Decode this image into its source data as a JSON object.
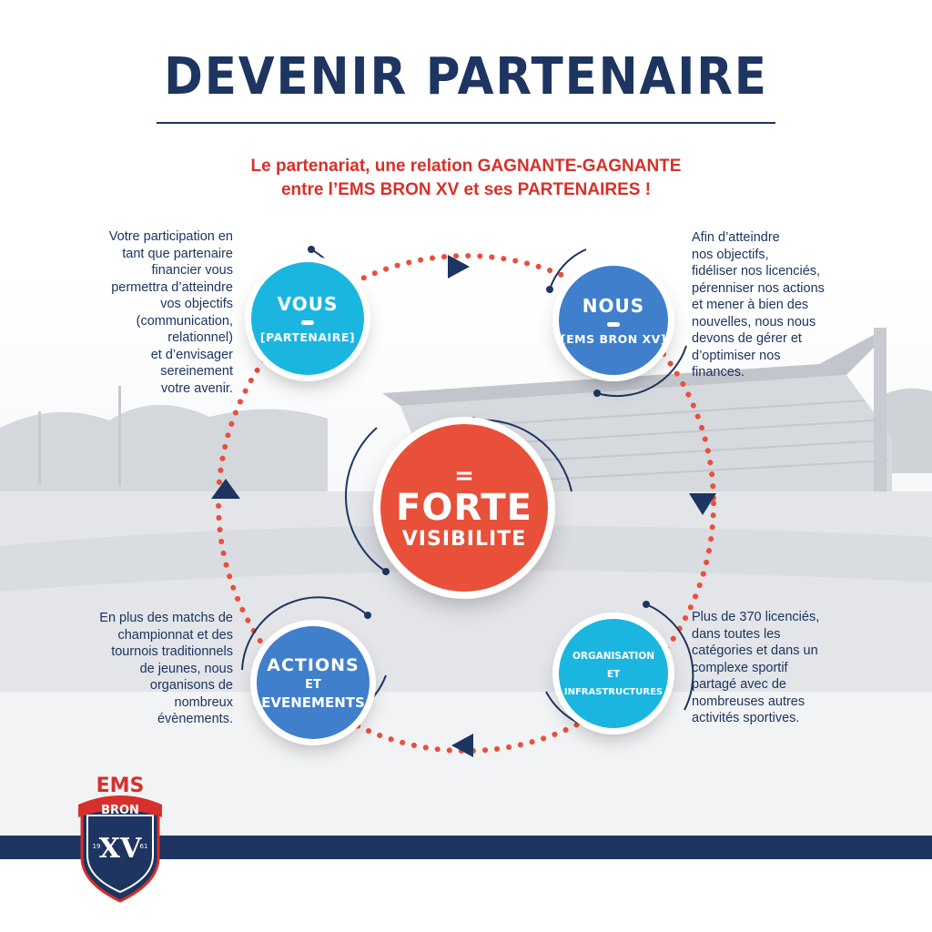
{
  "title": "DEVENIR PARTENAIRE",
  "subtitle": {
    "line1": "Le partenariat, une relation GAGNANTE-GAGNANTE",
    "line2": "entre l’EMS BRON XV et ses PARTENAIRES !"
  },
  "nodes": {
    "vous": {
      "line1": "VOUS",
      "line2": "[PARTENAIRE]",
      "color": "#1ab6e0"
    },
    "nous": {
      "line1": "NOUS",
      "line2": "[EMS BRON XV]",
      "color": "#3f7fcc"
    },
    "actions": {
      "line1": "ACTIONS",
      "line2": "ET",
      "line3": "EVENEMENTS",
      "color": "#3f7fcc"
    },
    "organisation": {
      "line1": "ORGANISATION",
      "line2": "ET",
      "line3": "INFRASTRUCTURES",
      "color": "#1ab6e0"
    },
    "center": {
      "line1": "=",
      "line2": "FORTE",
      "line3": "VISIBILITE",
      "color": "#e8503a"
    }
  },
  "texts": {
    "top_left": "Votre participation en\ntant que partenaire\nfinancier vous\npermettra d’atteindre\nvos objectifs\n(communication,\nrelationnel)\net d’envisager\nsereinement\nvotre avenir.",
    "top_right": "Afin d’atteindre\nnos objectifs,\nfidéliser nos licenciés,\npérenniser nos actions\net mener à bien des\nnouvelles, nous nous\ndevons de gérer et\nd’optimiser nos\nfinances.",
    "bottom_left": "En plus des matchs de\nchampionnat et des\ntournois traditionnels\nde jeunes, nous\norganisons de\nnombreux\névènements.",
    "bottom_right": "Plus de 370 licenciés,\ndans toutes les\ncatégories et dans un\ncomplexe sportif\npartagé avec de\nnombreuses autres\nactivités sportives."
  },
  "logo": {
    "top": "EMS",
    "middle": "BRON",
    "bottom": "XV",
    "digits_left": "19",
    "digits_right": "61"
  },
  "colors": {
    "navy": "#1d3560",
    "red": "#d7302a",
    "orange": "#e8503a",
    "cyan": "#1ab6e0",
    "blue": "#3f7fcc"
  }
}
